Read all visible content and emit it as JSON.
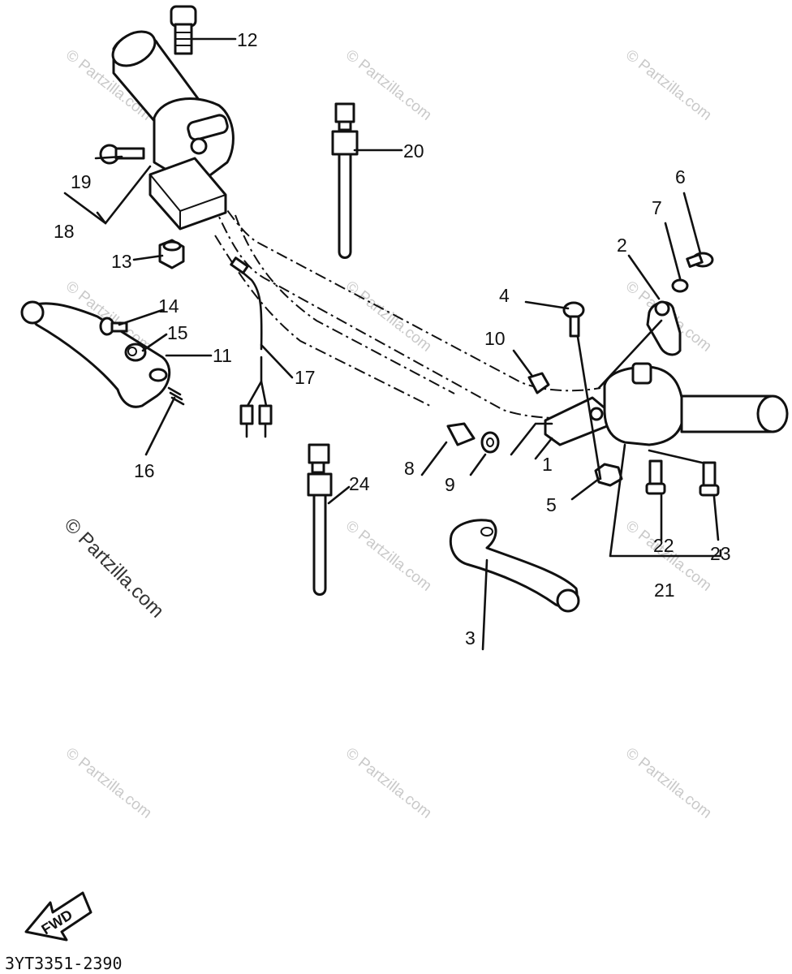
{
  "watermark": "© Partzilla.com",
  "diagram_code": "3YT3351-2390",
  "fwd_label": "FWD",
  "callouts": {
    "c1": "1",
    "c2": "2",
    "c3": "3",
    "c4": "4",
    "c5": "5",
    "c6": "6",
    "c7": "7",
    "c8": "8",
    "c9": "9",
    "c10": "10",
    "c11": "11",
    "c12": "12",
    "c13": "13",
    "c14": "14",
    "c15": "15",
    "c16": "16",
    "c17": "17",
    "c18": "18",
    "c19": "19",
    "c20": "20",
    "c21": "21",
    "c22": "22",
    "c23": "23",
    "c24": "24"
  },
  "colors": {
    "ink": "#111111",
    "watermark": "#c9c9c9",
    "background": "#ffffff"
  }
}
